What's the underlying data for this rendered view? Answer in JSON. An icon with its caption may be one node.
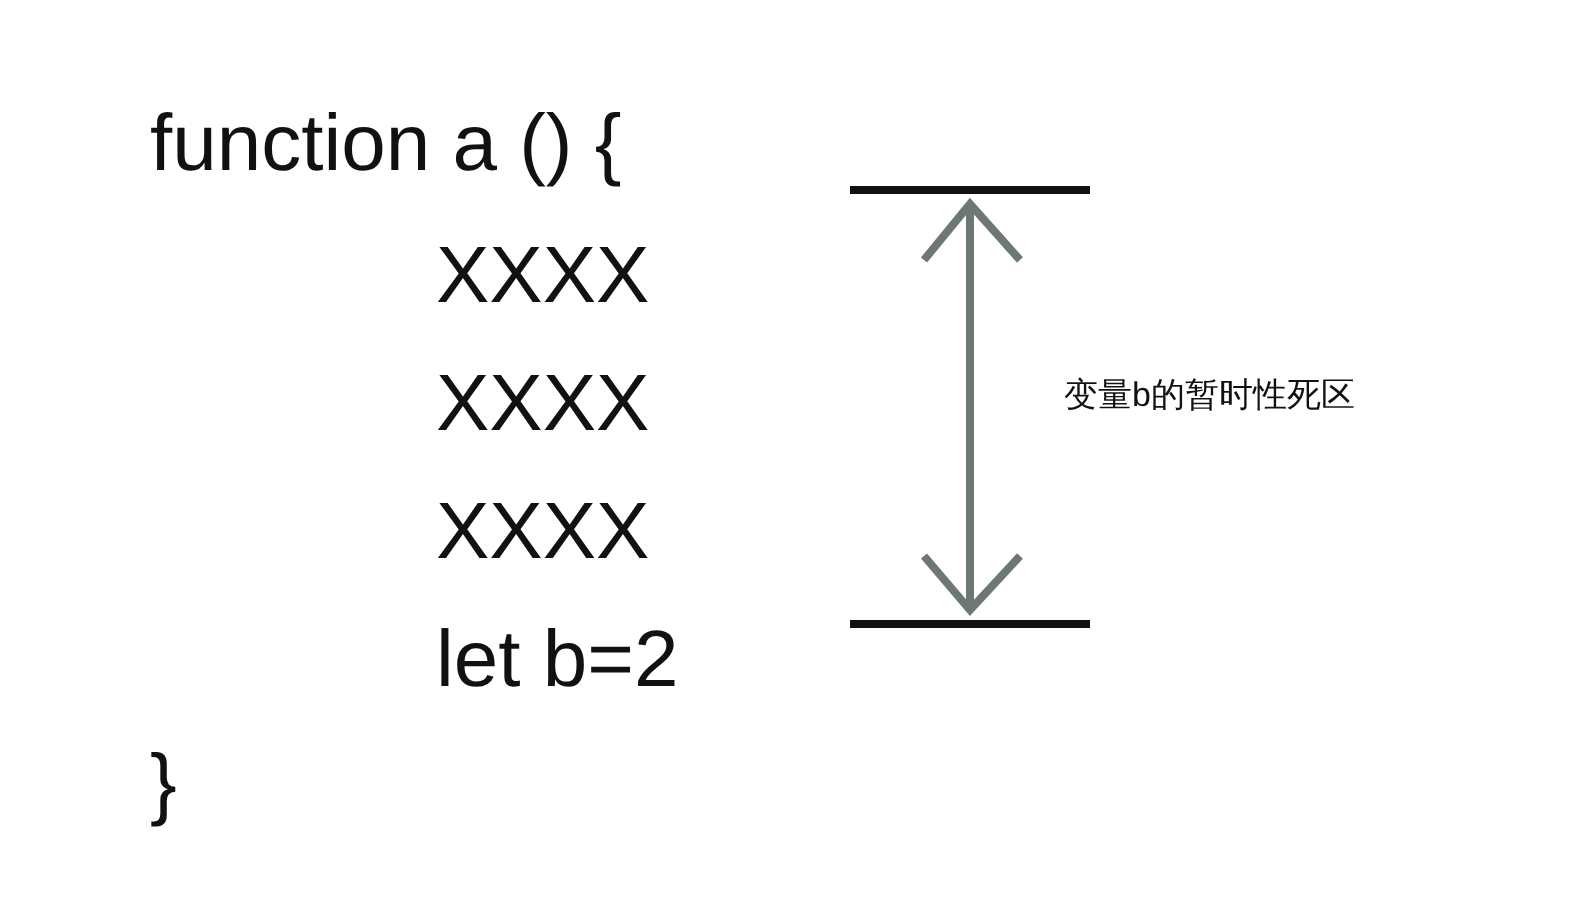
{
  "diagram": {
    "labels": [
      "function a () {",
      "XXXX",
      "XXXX",
      "XXXX",
      "let b=2",
      "}",
      "变量b的暂时性死区"
    ]
  }
}
